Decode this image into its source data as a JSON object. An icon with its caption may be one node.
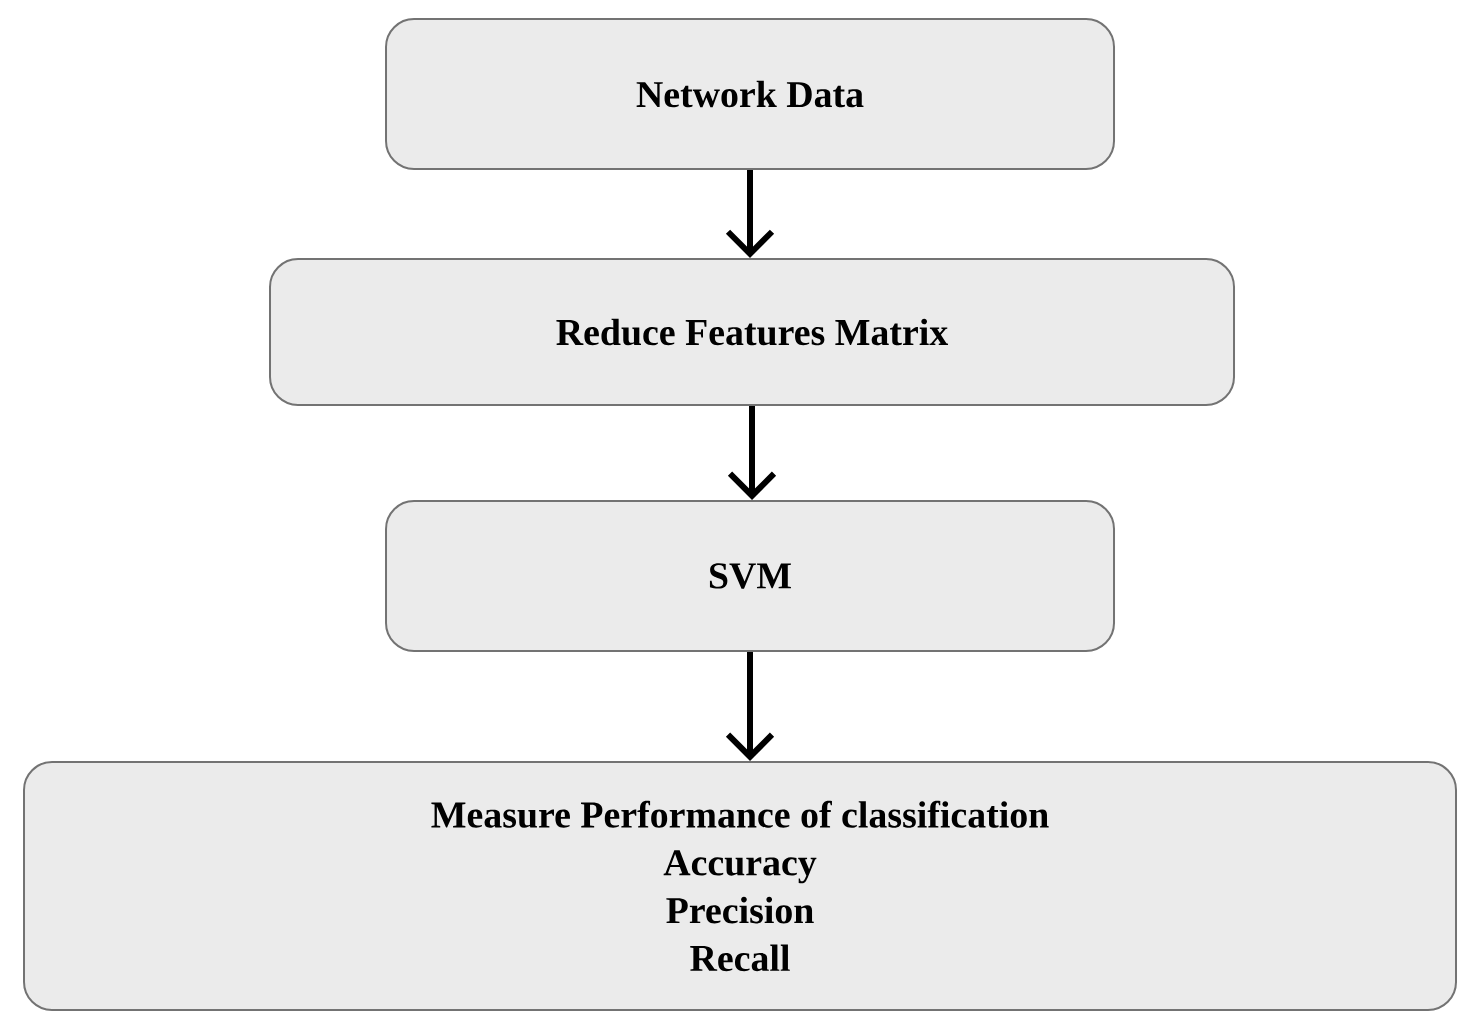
{
  "diagram": {
    "nodes": [
      {
        "text": [
          "Network Data"
        ]
      },
      {
        "text": [
          "Reduce Features Matrix"
        ]
      },
      {
        "text": [
          "SVM"
        ]
      },
      {
        "text": [
          "Measure Performance of classification",
          "Accuracy",
          "Precision",
          "Recall"
        ]
      }
    ],
    "edges": [
      {
        "from": 0,
        "to": 1,
        "arrow": "to"
      },
      {
        "from": 1,
        "to": 2,
        "arrow": "to"
      },
      {
        "from": 2,
        "to": 3,
        "arrow": "to"
      }
    ]
  }
}
